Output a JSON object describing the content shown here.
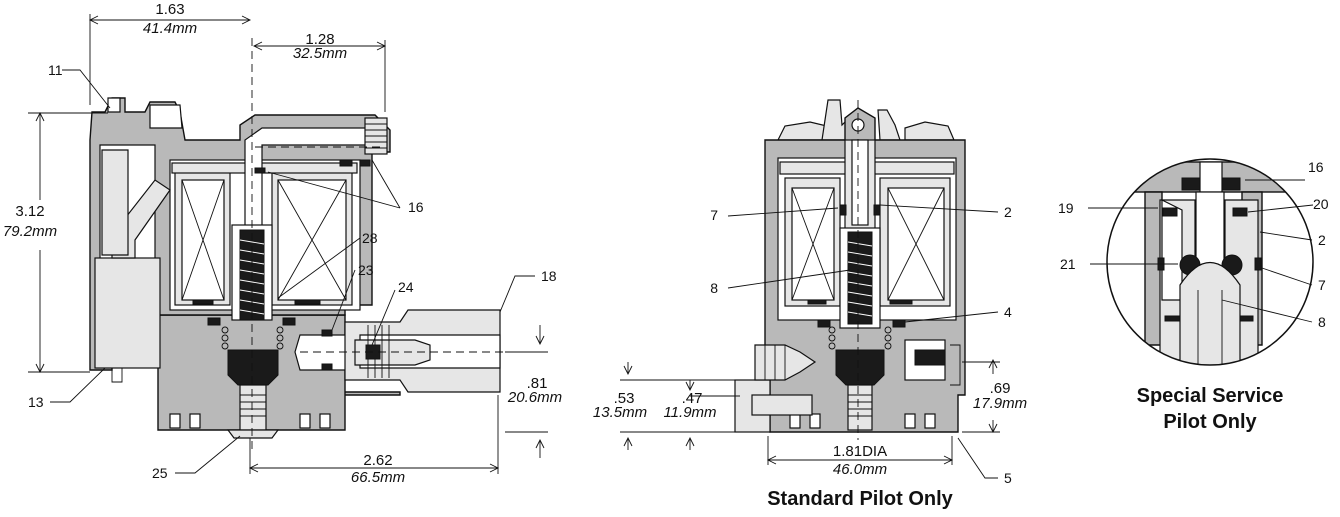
{
  "left_view": {
    "dims": {
      "width_overall_in": "1.63",
      "width_overall_mm": "41.4mm",
      "width_right_in": "1.28",
      "width_right_mm": "32.5mm",
      "height_in": "3.12",
      "height_mm": "79.2mm",
      "port_height_in": ".81",
      "port_height_mm": "20.6mm",
      "base_length_in": "2.62",
      "base_length_mm": "66.5mm"
    },
    "callouts": [
      "11",
      "16",
      "28",
      "23",
      "24",
      "18",
      "13",
      "25"
    ]
  },
  "middle_view": {
    "dims": {
      "left_a_in": ".53",
      "left_a_mm": "13.5mm",
      "left_b_in": ".47",
      "left_b_mm": "11.9mm",
      "right_in": ".69",
      "right_mm": "17.9mm",
      "dia_in": "1.81DIA",
      "dia_mm": "46.0mm"
    },
    "callouts": [
      "7",
      "2",
      "8",
      "4",
      "5"
    ],
    "caption": "Standard Pilot Only"
  },
  "detail_view": {
    "callouts": [
      "16",
      "19",
      "20",
      "2",
      "21",
      "7",
      "8"
    ],
    "caption_line1": "Special Service",
    "caption_line2": "Pilot Only"
  }
}
